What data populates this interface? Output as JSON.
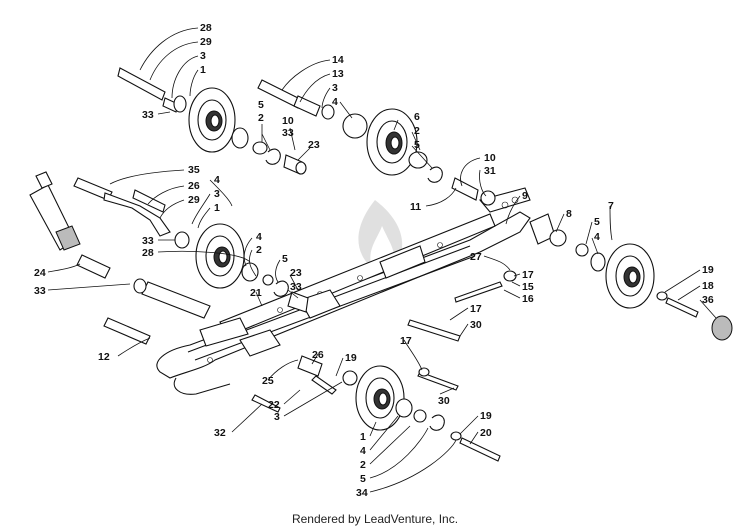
{
  "footer": {
    "credit": "Rendered by LeadVenture, Inc."
  },
  "watermark": {
    "logo_icon": "leadventure-flame-icon"
  },
  "callouts": [
    {
      "id": "c28a",
      "label": "28"
    },
    {
      "id": "c29a",
      "label": "29"
    },
    {
      "id": "c3a",
      "label": "3"
    },
    {
      "id": "c1a",
      "label": "1"
    },
    {
      "id": "c33a",
      "label": "33"
    },
    {
      "id": "c14",
      "label": "14"
    },
    {
      "id": "c13",
      "label": "13"
    },
    {
      "id": "c3b",
      "label": "3"
    },
    {
      "id": "c4a",
      "label": "4"
    },
    {
      "id": "c5a",
      "label": "5"
    },
    {
      "id": "c2a",
      "label": "2"
    },
    {
      "id": "c10a",
      "label": "10"
    },
    {
      "id": "c33b",
      "label": "33"
    },
    {
      "id": "c23a",
      "label": "23"
    },
    {
      "id": "c6",
      "label": "6"
    },
    {
      "id": "c2b",
      "label": "2"
    },
    {
      "id": "c5b",
      "label": "5"
    },
    {
      "id": "c10b",
      "label": "10"
    },
    {
      "id": "c31",
      "label": "31"
    },
    {
      "id": "c11",
      "label": "11"
    },
    {
      "id": "c35",
      "label": "35"
    },
    {
      "id": "c26",
      "label": "26"
    },
    {
      "id": "c29b",
      "label": "29"
    },
    {
      "id": "c4b",
      "label": "4"
    },
    {
      "id": "c3c",
      "label": "3"
    },
    {
      "id": "c1b",
      "label": "1"
    },
    {
      "id": "c33c",
      "label": "33"
    },
    {
      "id": "c28b",
      "label": "28"
    },
    {
      "id": "c4c",
      "label": "4"
    },
    {
      "id": "c2c",
      "label": "2"
    },
    {
      "id": "c5c",
      "label": "5"
    },
    {
      "id": "c23b",
      "label": "23"
    },
    {
      "id": "c33d",
      "label": "33"
    },
    {
      "id": "c24",
      "label": "24"
    },
    {
      "id": "c33e",
      "label": "33"
    },
    {
      "id": "c9",
      "label": "9"
    },
    {
      "id": "c8",
      "label": "8"
    },
    {
      "id": "c7",
      "label": "7"
    },
    {
      "id": "c5d",
      "label": "5"
    },
    {
      "id": "c4d",
      "label": "4"
    },
    {
      "id": "c27",
      "label": "27"
    },
    {
      "id": "c17a",
      "label": "17"
    },
    {
      "id": "c15",
      "label": "15"
    },
    {
      "id": "c16",
      "label": "16"
    },
    {
      "id": "c19a",
      "label": "19"
    },
    {
      "id": "c18",
      "label": "18"
    },
    {
      "id": "c36",
      "label": "36"
    },
    {
      "id": "c21",
      "label": "21"
    },
    {
      "id": "c17b",
      "label": "17"
    },
    {
      "id": "c30a",
      "label": "30"
    },
    {
      "id": "c17c",
      "label": "17"
    },
    {
      "id": "c12",
      "label": "12"
    },
    {
      "id": "c26b",
      "label": "26"
    },
    {
      "id": "c19b",
      "label": "19"
    },
    {
      "id": "c25",
      "label": "25"
    },
    {
      "id": "c22",
      "label": "22"
    },
    {
      "id": "c3d",
      "label": "3"
    },
    {
      "id": "c30b",
      "label": "30"
    },
    {
      "id": "c32",
      "label": "32"
    },
    {
      "id": "c19c",
      "label": "19"
    },
    {
      "id": "c20",
      "label": "20"
    },
    {
      "id": "c1c",
      "label": "1"
    },
    {
      "id": "c4e",
      "label": "4"
    },
    {
      "id": "c2d",
      "label": "2"
    },
    {
      "id": "c5e",
      "label": "5"
    },
    {
      "id": "c34",
      "label": "34"
    }
  ]
}
